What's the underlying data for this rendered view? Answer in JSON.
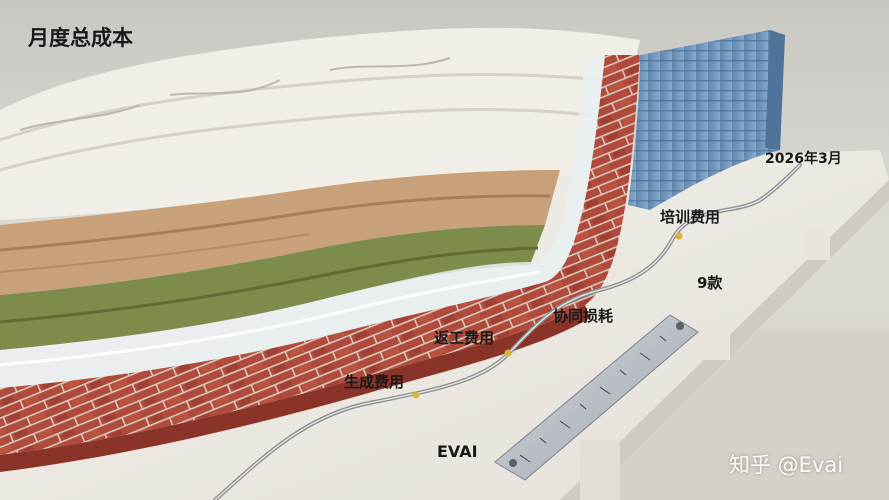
{
  "title": "月度总成本",
  "labels": {
    "date": "2026年3月",
    "training": "培训费用",
    "models": "9款",
    "collaboration": "协同损耗",
    "rework": "返工费用",
    "production": "生成费用",
    "brand": "EVAI"
  },
  "watermark": "知乎 @Evai",
  "colors": {
    "paper": "#ebe8e2",
    "sand": "#c9a27a",
    "moss": "#7f8d4c",
    "brick": "#b0473a",
    "steel_blue": "#6d94bb",
    "acrylic": "#e9eef0"
  }
}
